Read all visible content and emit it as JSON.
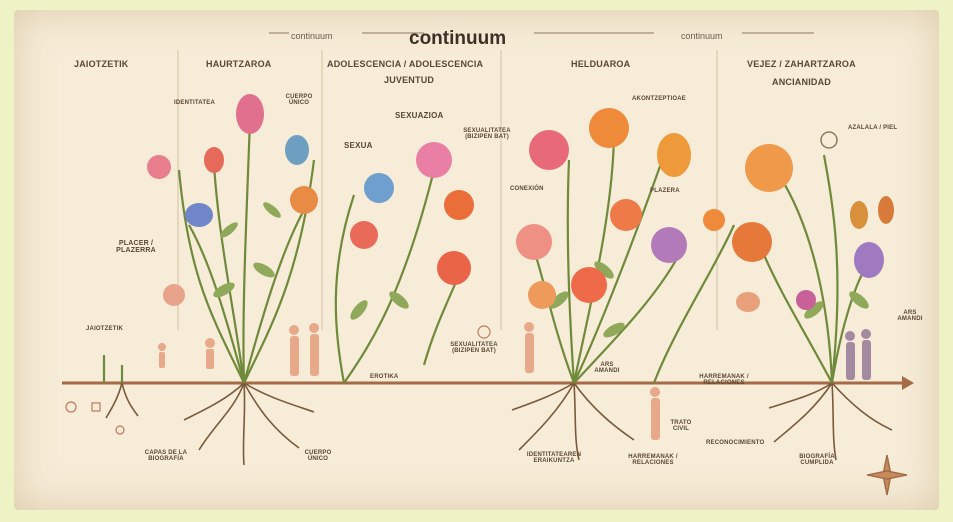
{
  "header": {
    "title": "continuum",
    "left_sub": "continuum",
    "right_sub": "continuum"
  },
  "stages": {
    "jaiotzetik": "JAIOTZETIK",
    "haurtzaroa": "HAURTZAROA",
    "adolescencia": "ADOLESCENCIA / ADOLESCENCIA",
    "juventud": "JUVENTUD",
    "helduaroa": "HELDUAROA",
    "vejez": "VEJEZ / ZAHARTZAROA",
    "ancianidad": "ANCIANIDAD"
  },
  "labels": {
    "identitatea": "IDENTITATEA",
    "cuerpo_unico": "CUERPO ÚNICO",
    "sexuazioa": "SEXUAZIOA",
    "sexua": "SEXUA",
    "sexualitatea": "SEXUALITATEA (BIZIPEN BAT)",
    "akontzeptioae": "AKONTZEPTIOAE",
    "azalala_piel": "AZALALA / PIEL",
    "conexion": "CONEXIÓN",
    "plazera_r": "PLAZERA",
    "placer": "PLACER / PLAZERRA",
    "jaiotzetik_low": "JAIOTZETIK",
    "sexualitatea_low": "SEXUALITATEA (BIZIPEN BAT)",
    "erotika": "EROTIKA",
    "ars_amandi": "ARS AMANDI",
    "harremanak": "HARREMANAK / RELACIONES",
    "ars_amandi_r": "ARS AMANDI",
    "capas": "CAPAS DE LA BIOGRAFÍA",
    "cuerpo_unico_low": "CUERPO ÚNICO",
    "identitatearen": "IDENTITATEAREN ERAIKUNTZA",
    "trato": "TRATO CIVIL",
    "harremanak_low": "HARREMANAK / RELACIONES",
    "reconocimiento": "RECONOCIMIENTO",
    "biografia": "BIOGRAFÍA CUMPLIDA"
  },
  "colors": {
    "stem": "#6f8a3a",
    "root": "#7a5a3a",
    "paper": "#f6ecd7",
    "outer": "#eef3c6",
    "text": "#5a4636"
  }
}
